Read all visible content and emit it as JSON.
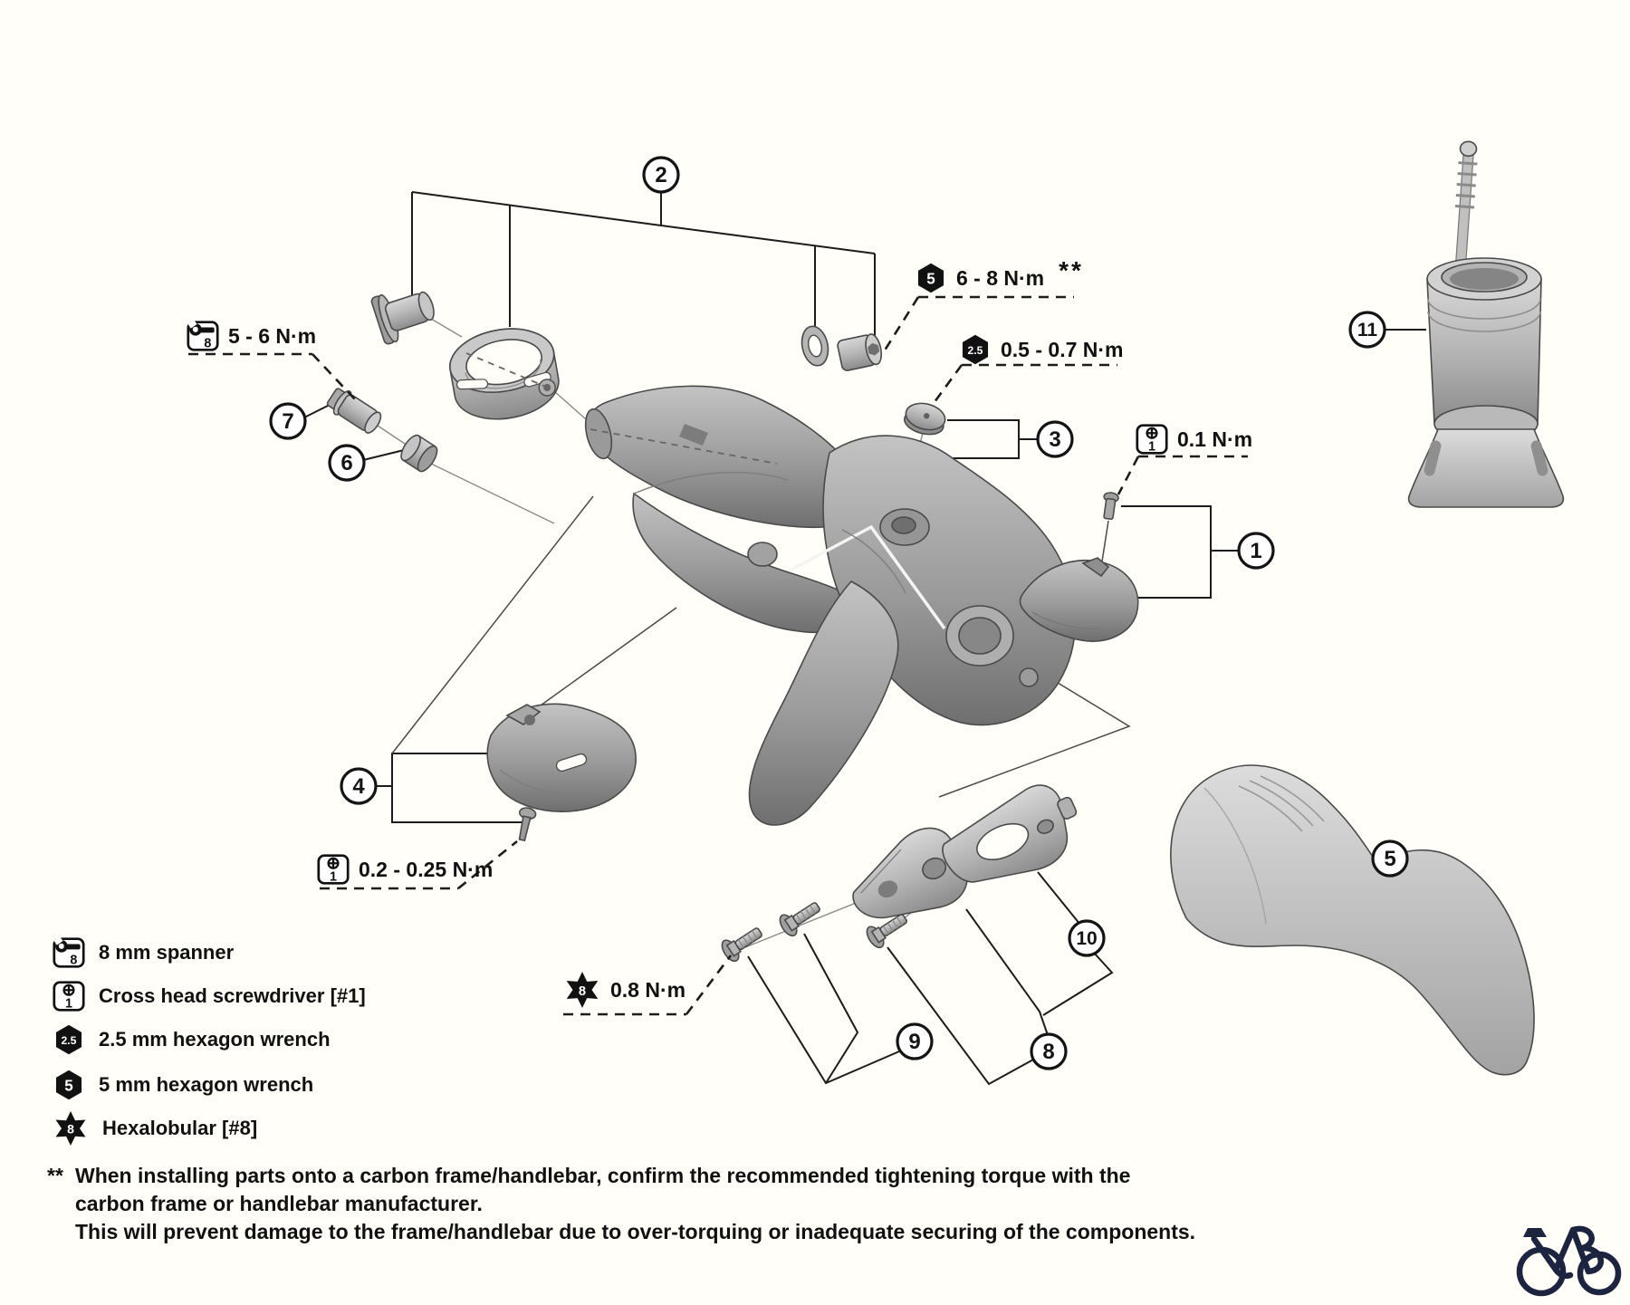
{
  "callouts": {
    "c1": "1",
    "c2": "2",
    "c3": "3",
    "c4": "4",
    "c5": "5",
    "c6": "6",
    "c7": "7",
    "c8": "8",
    "c9": "9",
    "c10": "10",
    "c11": "11"
  },
  "tools": {
    "spanner": {
      "number": "8",
      "name": "8 mm spanner"
    },
    "crosshead": {
      "number": "1",
      "name": "Cross head screwdriver [#1]"
    },
    "hex25": {
      "number": "2.5",
      "name": "2.5 mm hexagon wrench"
    },
    "hex5": {
      "number": "5",
      "name": "5 mm hexagon wrench"
    },
    "hexalobular": {
      "number": "8",
      "name": "Hexalobular [#8]"
    }
  },
  "torques": {
    "clamp_spanner": "5 - 6 N·m",
    "clamp_bolt": "6 - 8 N·m",
    "clamp_bolt_note": "**",
    "top_cap": "0.5 - 0.7 N·m",
    "name_plate": "0.1 N·m",
    "cover_screw": "0.2 - 0.25 N·m",
    "bracket_screws": "0.8 N·m"
  },
  "footnote": {
    "marker": "**",
    "line1": "When installing parts onto a carbon frame/handlebar, confirm the recommended tightening torque with the",
    "line2": "carbon frame or handlebar manufacturer.",
    "line3": "This will prevent damage to the frame/handlebar due to over-torquing or inadequate securing of the components."
  },
  "colors": {
    "background": "#fffef8",
    "line": "#1c1c1c",
    "metal_light": "#d7d7d7",
    "metal_dark": "#8b8b8b",
    "logo_navy": "#1c2440"
  }
}
